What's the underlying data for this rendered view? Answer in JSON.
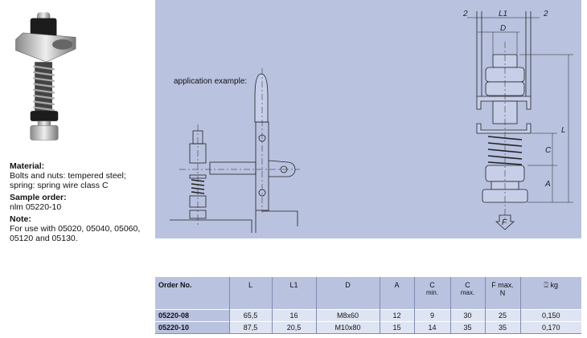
{
  "info": {
    "material_heading": "Material:",
    "material_text_1": "Bolts and nuts: tempered steel;",
    "material_text_2": "spring: spring wire class C",
    "sample_heading": "Sample order:",
    "sample_text": "nlm 05220-10",
    "note_heading": "Note:",
    "note_text_1": "For use with 05020, 05040, 05060,",
    "note_text_2": "05120 and 05130."
  },
  "drawing": {
    "application_label": "application example:",
    "dim_2_left": "2",
    "dim_L1": "L1",
    "dim_2_right": "2",
    "dim_D": "D",
    "dim_L": "L",
    "dim_C": "C",
    "dim_A": "A",
    "force": "F"
  },
  "table": {
    "headers": [
      {
        "main": "Order No.",
        "sub": ""
      },
      {
        "main": "L",
        "sub": ""
      },
      {
        "main": "L1",
        "sub": ""
      },
      {
        "main": "D",
        "sub": ""
      },
      {
        "main": "A",
        "sub": ""
      },
      {
        "main": "C",
        "sub": "min."
      },
      {
        "main": "C",
        "sub": "max."
      },
      {
        "main": "F max.",
        "sub": "N"
      },
      {
        "main": "⍠ kg",
        "sub": ""
      }
    ],
    "rows": [
      [
        "05220-08",
        "65,5",
        "16",
        "M8x60",
        "12",
        "9",
        "30",
        "25",
        "0,150"
      ],
      [
        "05220-10",
        "87,5",
        "20,5",
        "M10x80",
        "15",
        "14",
        "35",
        "35",
        "0,170"
      ]
    ]
  },
  "colors": {
    "panel": "#b9c3e0",
    "row": "#dfe4f2"
  }
}
